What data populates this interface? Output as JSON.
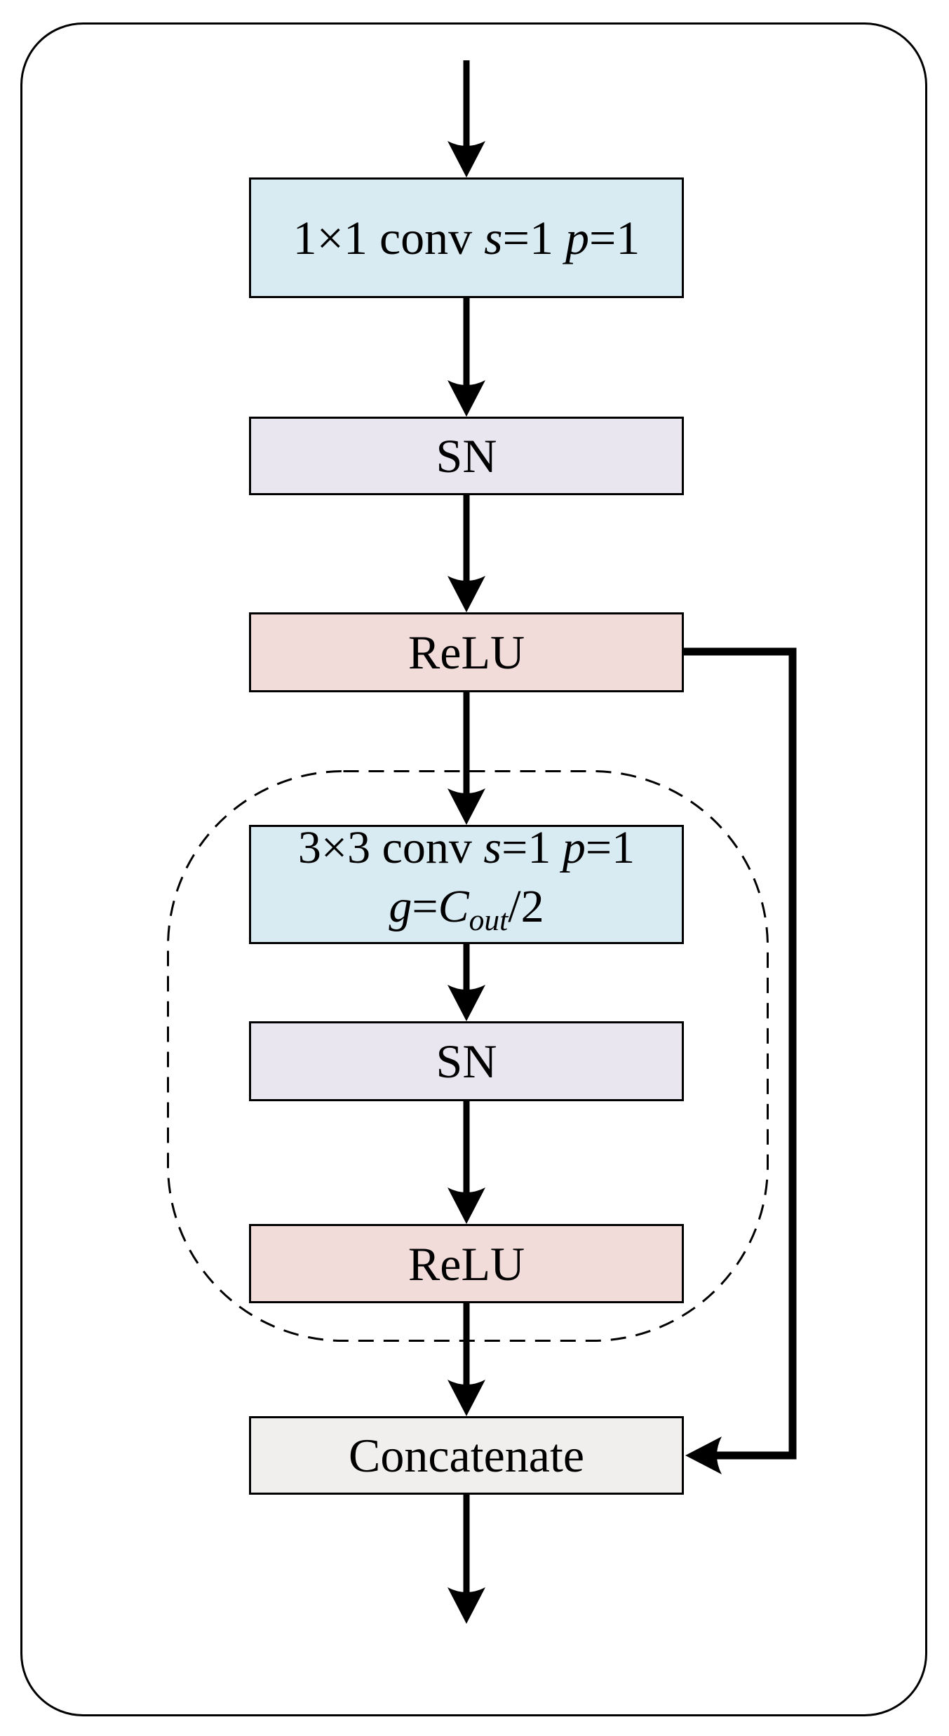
{
  "diagram": {
    "description": "Flow diagram of a convolutional block with spectral normalization, grouped convolution and a concatenation skip connection",
    "colors": {
      "conv_fill": "#d9ebf2",
      "sn_fill": "#e9e6f0",
      "relu_fill": "#f2dcda",
      "concat_fill": "#f0efee",
      "line": "#000000",
      "background": "#ffffff"
    },
    "nodes": {
      "conv1": {
        "segments": [
          {
            "t": "1×1 conv "
          },
          {
            "t": "s",
            "i": 1
          },
          {
            "t": "=1 "
          },
          {
            "t": "p",
            "i": 1
          },
          {
            "t": "=1"
          }
        ]
      },
      "sn1": {
        "segments": [
          {
            "t": "SN"
          }
        ]
      },
      "relu1": {
        "segments": [
          {
            "t": "ReLU"
          }
        ]
      },
      "conv2_line1": [
        {
          "t": "3×3 conv "
        },
        {
          "t": "s",
          "i": 1
        },
        {
          "t": "=1 "
        },
        {
          "t": "p",
          "i": 1
        },
        {
          "t": "=1"
        }
      ],
      "conv2_line2": [
        {
          "t": "g",
          "i": 1
        },
        {
          "t": "="
        },
        {
          "t": "C",
          "i": 1
        },
        {
          "t": "out",
          "i": 1,
          "sub": 1
        },
        {
          "t": "/2"
        }
      ],
      "sn2": {
        "segments": [
          {
            "t": "SN"
          }
        ]
      },
      "relu2": {
        "segments": [
          {
            "t": "ReLU"
          }
        ]
      },
      "concat": {
        "segments": [
          {
            "t": "Concatenate"
          }
        ]
      }
    }
  }
}
